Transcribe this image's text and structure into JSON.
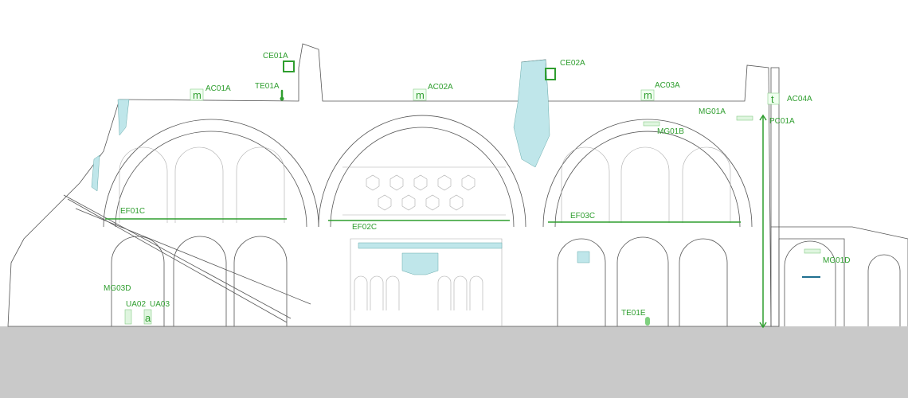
{
  "drawing": {
    "labels": {
      "ce01a": "CE01A",
      "ac01a": "AC01A",
      "te01a": "TE01A",
      "ac02a": "AC02A",
      "ce02a": "CE02A",
      "ac03a": "AC03A",
      "ac04a": "AC04A",
      "mg01a": "MG01A",
      "pc01a": "PC01A",
      "mg01b": "MG01B",
      "ef01c": "EF01C",
      "ef02c": "EF02C",
      "ef03c": "EF03C",
      "mg03d": "MG03D",
      "ua02": "UA02",
      "ua03": "UA03",
      "te01e": "TE01E",
      "mg01d": "MG01D"
    },
    "symbols": {
      "m": "m",
      "t": "t",
      "a": "a"
    },
    "colors": {
      "annotation": "#2f9e2f",
      "ground": "#c9c9c9",
      "damage": "#bfe6ea"
    }
  }
}
